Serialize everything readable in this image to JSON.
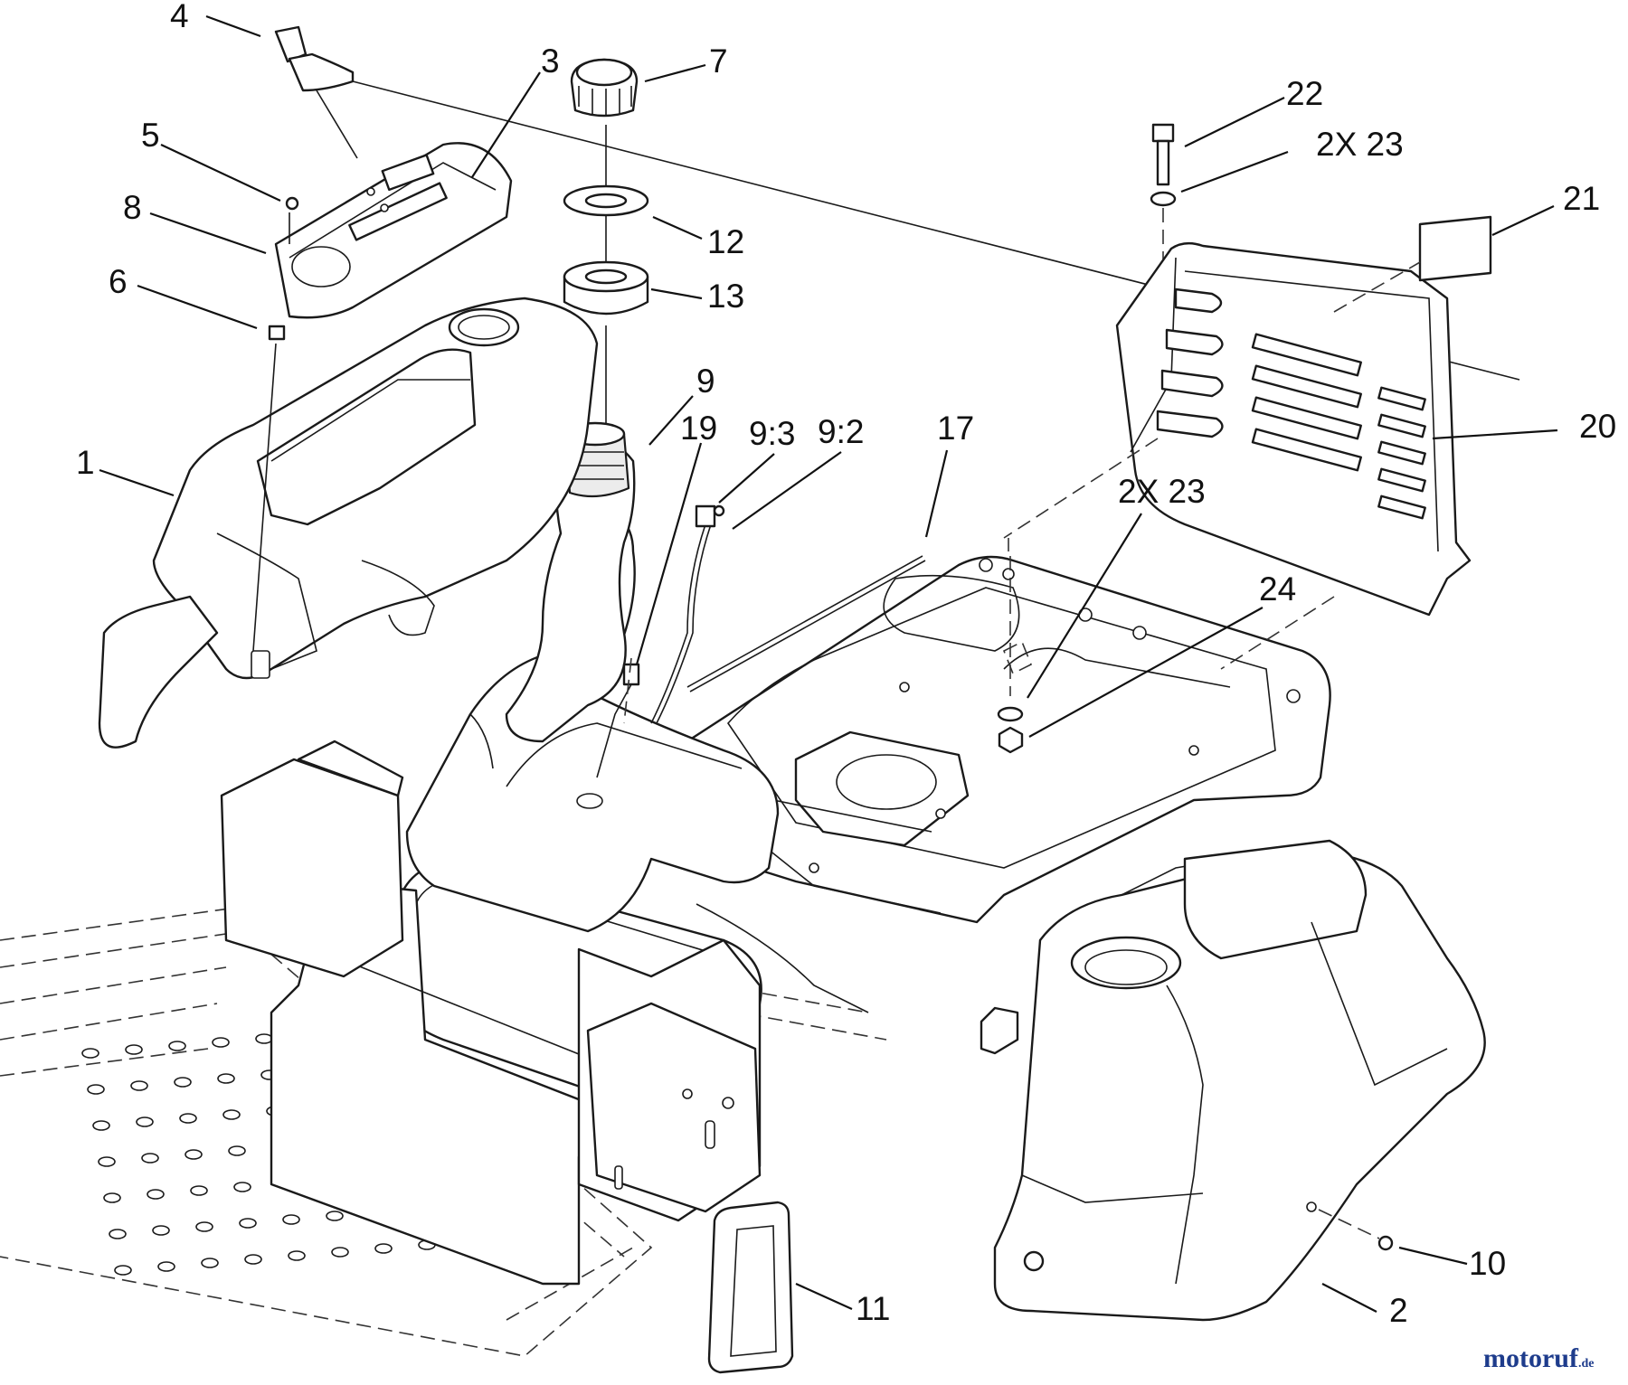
{
  "callouts": {
    "c4": "4",
    "c3": "3",
    "c7": "7",
    "c22": "22",
    "c2x23a": "2X 23",
    "c5": "5",
    "c8": "8",
    "c12": "12",
    "c21": "21",
    "c6": "6",
    "c13": "13",
    "c9": "9",
    "c19": "19",
    "c93": "9:3",
    "c92": "9:2",
    "c17": "17",
    "c20": "20",
    "c1": "1",
    "c2x23b": "2X 23",
    "c24": "24",
    "c10": "10",
    "c11": "11",
    "c2": "2"
  },
  "watermark": {
    "name": "motoruf",
    "suffix": ".de",
    "color_main": "#1e3c8c",
    "color_accent": "#e8781e"
  }
}
